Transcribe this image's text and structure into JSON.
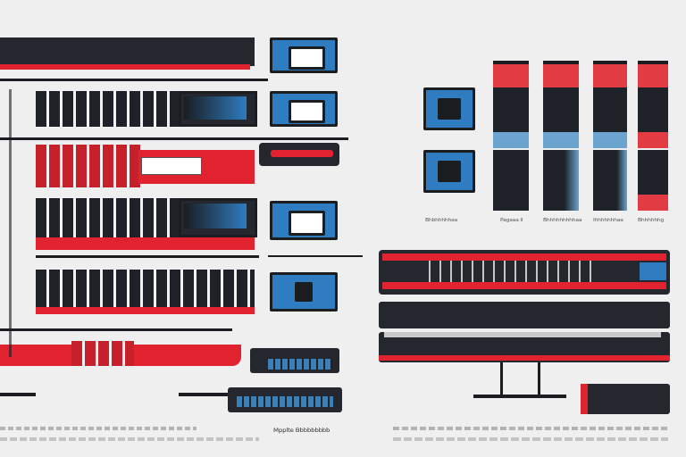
{
  "colors": {
    "background": "#efefef",
    "dark": "#24282e",
    "red": "#e0232f",
    "blue": "#2e7bbf"
  },
  "tube_labels": [
    "Bhbhhhhhaa",
    "Pagaaa ll",
    "Bhhhhhhhhhaa",
    "Ihhhhhhhaa",
    "Bhhhhhhg"
  ],
  "footer": {
    "center_label": "Mpplte  Bbbbbbbbb"
  }
}
